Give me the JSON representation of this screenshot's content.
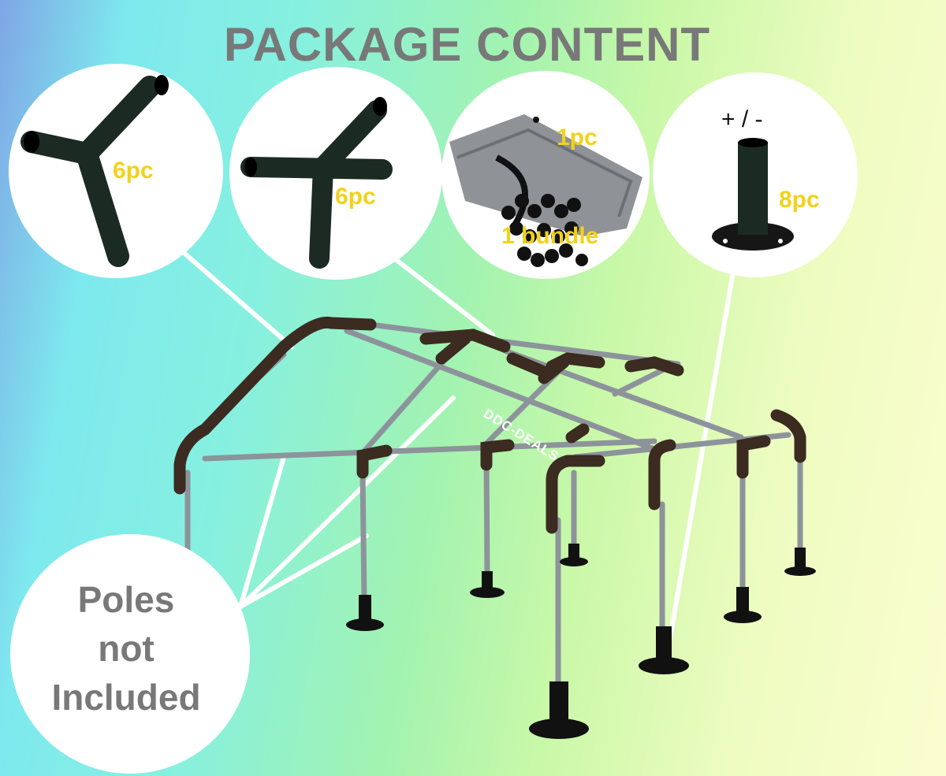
{
  "title": "PACKAGE CONTENT",
  "items": [
    {
      "name": "3-way corner connector",
      "quantity": "6pc"
    },
    {
      "name": "4-way middle connector",
      "quantity": "6pc"
    },
    {
      "name": "tarp",
      "quantity": "1pc"
    },
    {
      "name": "ball bungee cords",
      "quantity": "1 bundle"
    },
    {
      "name": "foot base",
      "quantity": "8pc",
      "note": "+ / -"
    }
  ],
  "poles_note": [
    "Poles",
    "not",
    "Included"
  ],
  "watermark": "DDC-DEALS",
  "colors": {
    "title": "#787878",
    "quantity": "#f2d21a",
    "frame": "#3a2a1e",
    "pole": "#8a8f96"
  }
}
